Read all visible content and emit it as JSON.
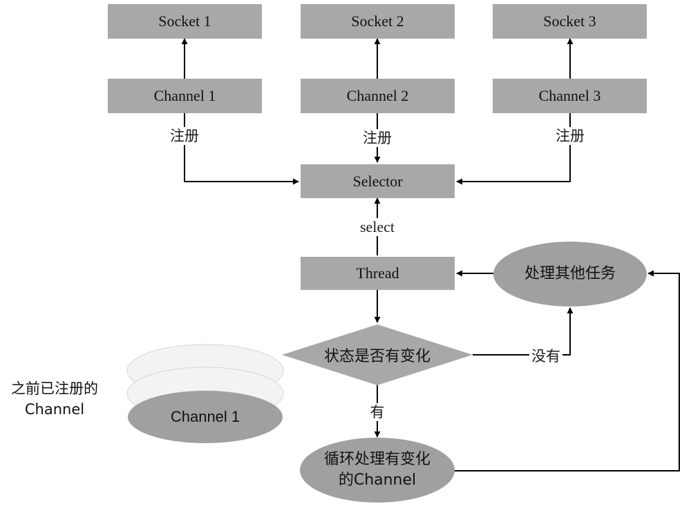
{
  "sockets": [
    "Socket 1",
    "Socket 2",
    "Socket 3"
  ],
  "channels": [
    "Channel 1",
    "Channel 2",
    "Channel 3"
  ],
  "register_label": "注册",
  "selector_label": "Selector",
  "select_label": "select",
  "thread_label": "Thread",
  "other_tasks_label": "处理其他任务",
  "state_changed_label": "状态是否有变化",
  "no_label": "没有",
  "yes_label": "有",
  "loop_process": {
    "line1": "循环处理有变化",
    "line2": "的Channel"
  },
  "registered_stack": {
    "caption_line1": "之前已注册的",
    "caption_line2": "Channel",
    "top_item": "Channel 1"
  },
  "colors": {
    "node_fill": "#a8a8a8",
    "stack_light": "#eeeeee",
    "line": "#000000"
  }
}
